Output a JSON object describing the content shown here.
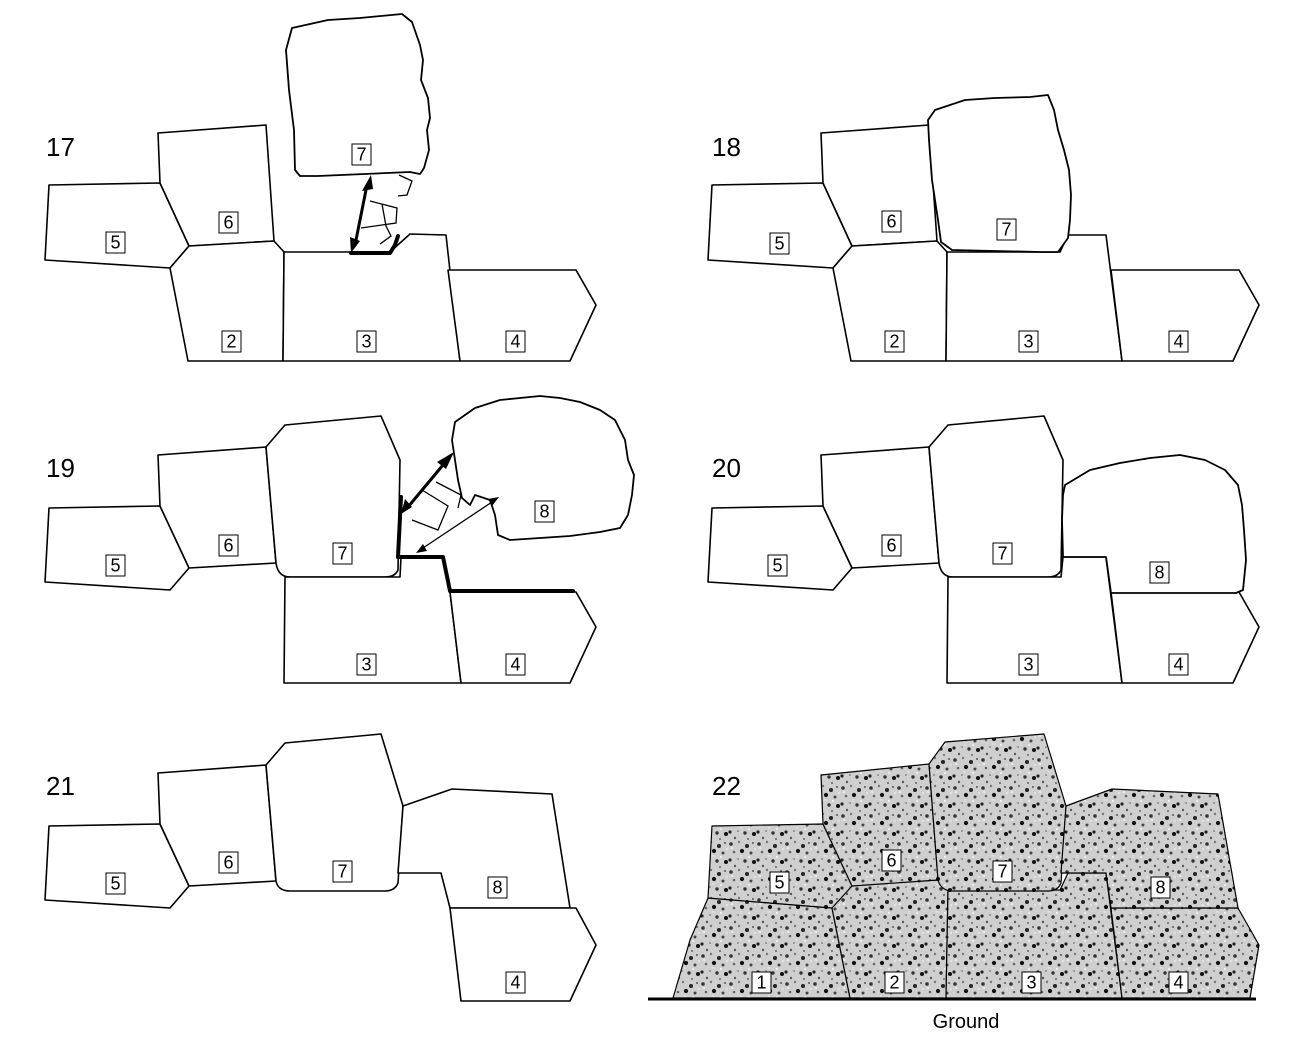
{
  "panels": [
    {
      "number": "17",
      "stone_labels": [
        "5",
        "6",
        "7",
        "2",
        "3",
        "4"
      ]
    },
    {
      "number": "18",
      "stone_labels": [
        "5",
        "6",
        "7",
        "2",
        "3",
        "4"
      ]
    },
    {
      "number": "19",
      "stone_labels": [
        "5",
        "6",
        "7",
        "8",
        "3",
        "4"
      ]
    },
    {
      "number": "20",
      "stone_labels": [
        "5",
        "6",
        "7",
        "8",
        "3",
        "4"
      ]
    },
    {
      "number": "21",
      "stone_labels": [
        "5",
        "6",
        "7",
        "8",
        "4"
      ]
    },
    {
      "number": "22",
      "stone_labels": [
        "1",
        "2",
        "3",
        "4",
        "5",
        "6",
        "7",
        "8"
      ],
      "ground_label": "Ground"
    }
  ]
}
